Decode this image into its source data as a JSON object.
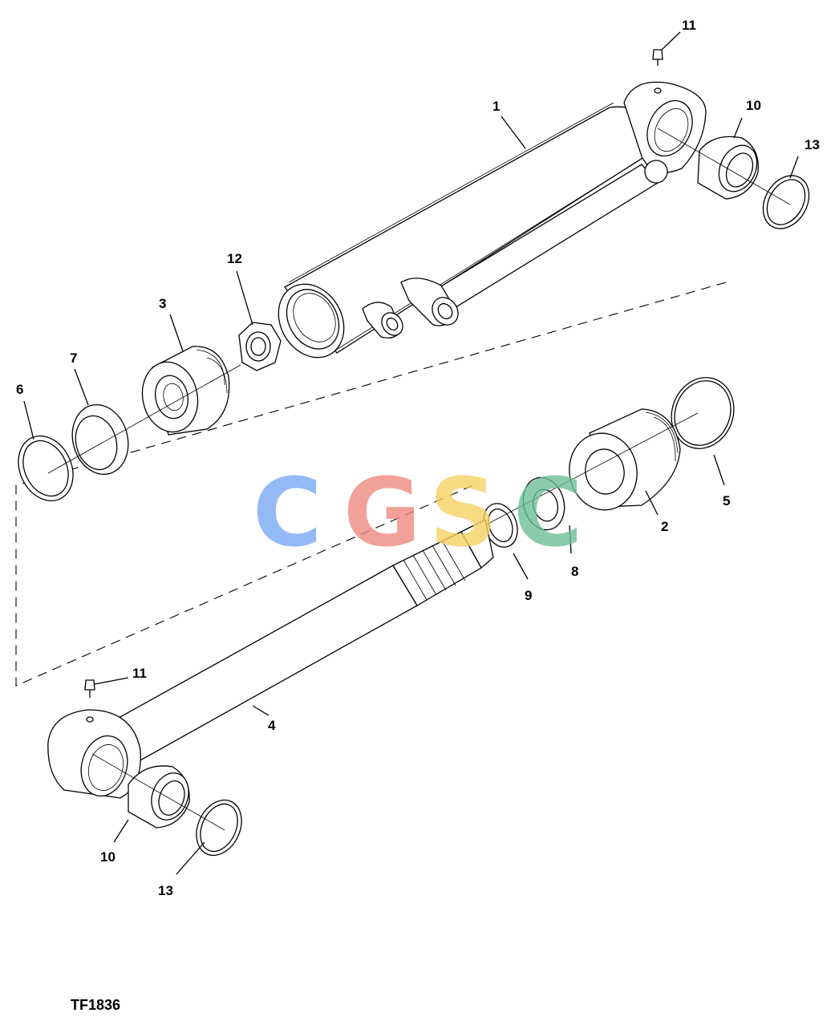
{
  "figure_id": "TF1836",
  "watermark": {
    "letters": [
      {
        "char": "C",
        "color": "#7aaaf5"
      },
      {
        "char": "G",
        "color": "#f08a80"
      },
      {
        "char": "S",
        "color": "#f7d263"
      },
      {
        "char": "C",
        "color": "#6cbf95"
      }
    ]
  },
  "callouts": {
    "c1": "1",
    "c2": "2",
    "c3": "3",
    "c4": "4",
    "c5": "5",
    "c6": "6",
    "c7": "7",
    "c8": "8",
    "c9": "9",
    "c10_top": "10",
    "c10_bottom": "10",
    "c11_top": "11",
    "c11_bottom": "11",
    "c12": "12",
    "c13_top": "13",
    "c13_bottom": "13"
  }
}
